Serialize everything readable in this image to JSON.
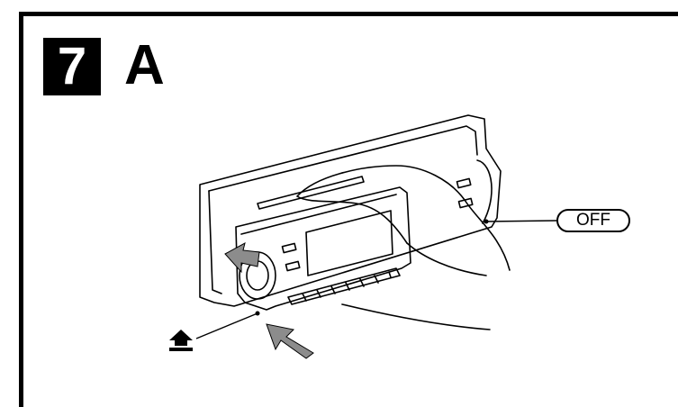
{
  "step": {
    "number": "7",
    "section": "A"
  },
  "callouts": {
    "off_button_label": "OFF",
    "release_icon": "release-eject-icon"
  },
  "colors": {
    "ink": "#000000",
    "arrow_gray": "#8c8c8c",
    "background": "#ffffff"
  }
}
